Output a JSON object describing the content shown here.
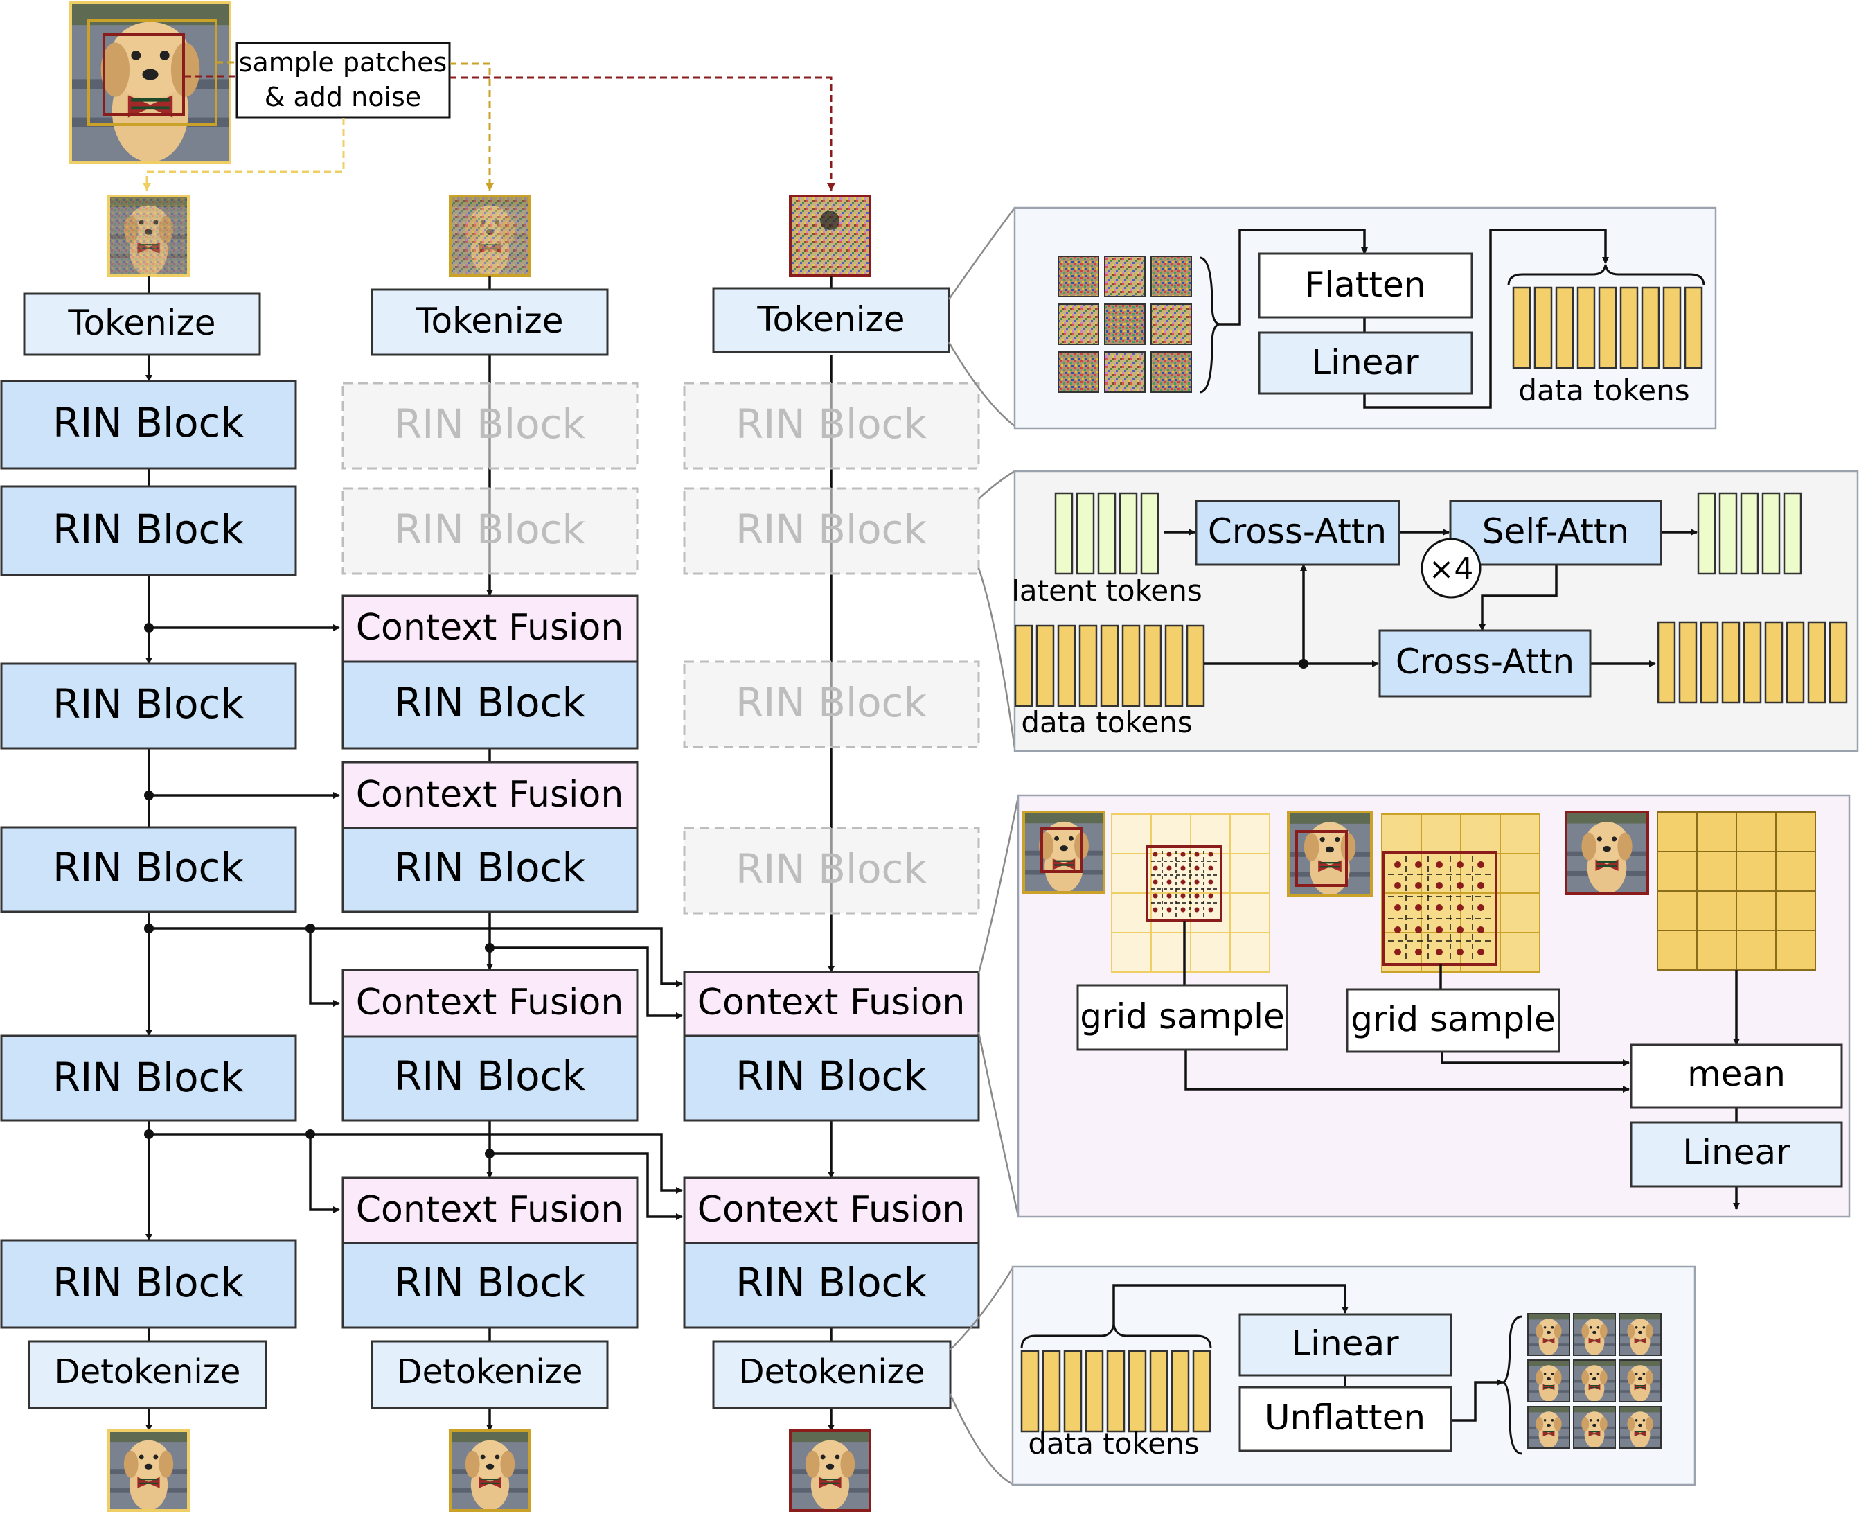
{
  "labels": {
    "sample_patches_line1": "sample patches",
    "sample_patches_line2": "& add noise",
    "tokenize": "Tokenize",
    "rin_block": "RIN Block",
    "context_fusion": "Context Fusion",
    "detokenize": "Detokenize"
  },
  "panel_tokenize": {
    "flatten": "Flatten",
    "linear": "Linear",
    "data_tokens": "data tokens"
  },
  "panel_rin": {
    "cross_attn": "Cross-Attn",
    "self_attn": "Self-Attn",
    "times4": "×4",
    "latent_tokens": "latent tokens",
    "data_tokens": "data tokens"
  },
  "panel_fusion": {
    "grid_sample": "grid sample",
    "mean": "mean",
    "linear": "Linear"
  },
  "panel_detokenize": {
    "linear": "Linear",
    "unflatten": "Unflatten",
    "data_tokens": "data tokens"
  },
  "colors": {
    "block_blue": "#cce3fa",
    "tokenize_blue": "#e3f0fc",
    "fusion_pink": "#faeafa",
    "ghost_gray": "#efefef",
    "token_yellow": "#f3d06b",
    "latent_green": "#eefccc",
    "crop_dark_red": "#8b1c1c",
    "crop_gold": "#c9a227",
    "crop_light_yellow": "#f1d36b"
  },
  "icons": [
    "dog-photo-image",
    "noisy-patch-image",
    "dog-patch-image",
    "token-bar"
  ]
}
